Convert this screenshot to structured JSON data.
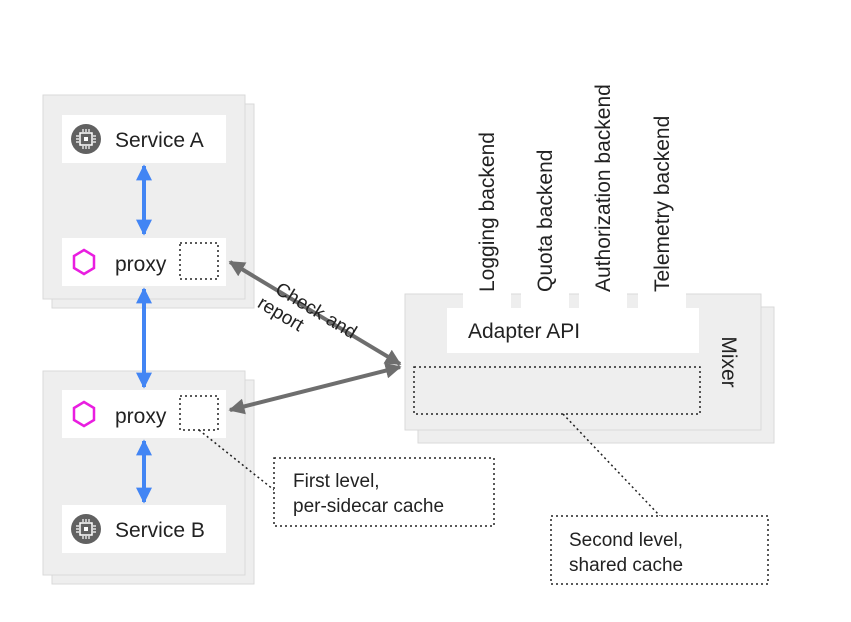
{
  "service_a": {
    "label": "Service A",
    "icon": "chip-icon"
  },
  "service_b": {
    "label": "Service B",
    "icon": "chip-icon"
  },
  "proxy_top": {
    "label": "proxy",
    "icon": "hexagon-icon"
  },
  "proxy_bottom": {
    "label": "proxy",
    "icon": "hexagon-icon"
  },
  "check_report": {
    "line1": "Check and",
    "line2": "report"
  },
  "backends": [
    "Logging backend",
    "Quota backend",
    "Authorization backend",
    "Telemetry backend"
  ],
  "adapter_api": "Adapter API",
  "mixer": "Mixer",
  "first_level": {
    "line1": "First level,",
    "line2": "per-sidecar cache"
  },
  "second_level": {
    "line1": "Second level,",
    "line2": "shared cache"
  },
  "colors": {
    "panel": "#eeeeee",
    "panel_border": "#d9d9d9",
    "link_blue": "#4285f4",
    "arrow_gray": "#6e6e6e",
    "hexagon": "#e91ee0",
    "chip_bg": "#616161"
  }
}
